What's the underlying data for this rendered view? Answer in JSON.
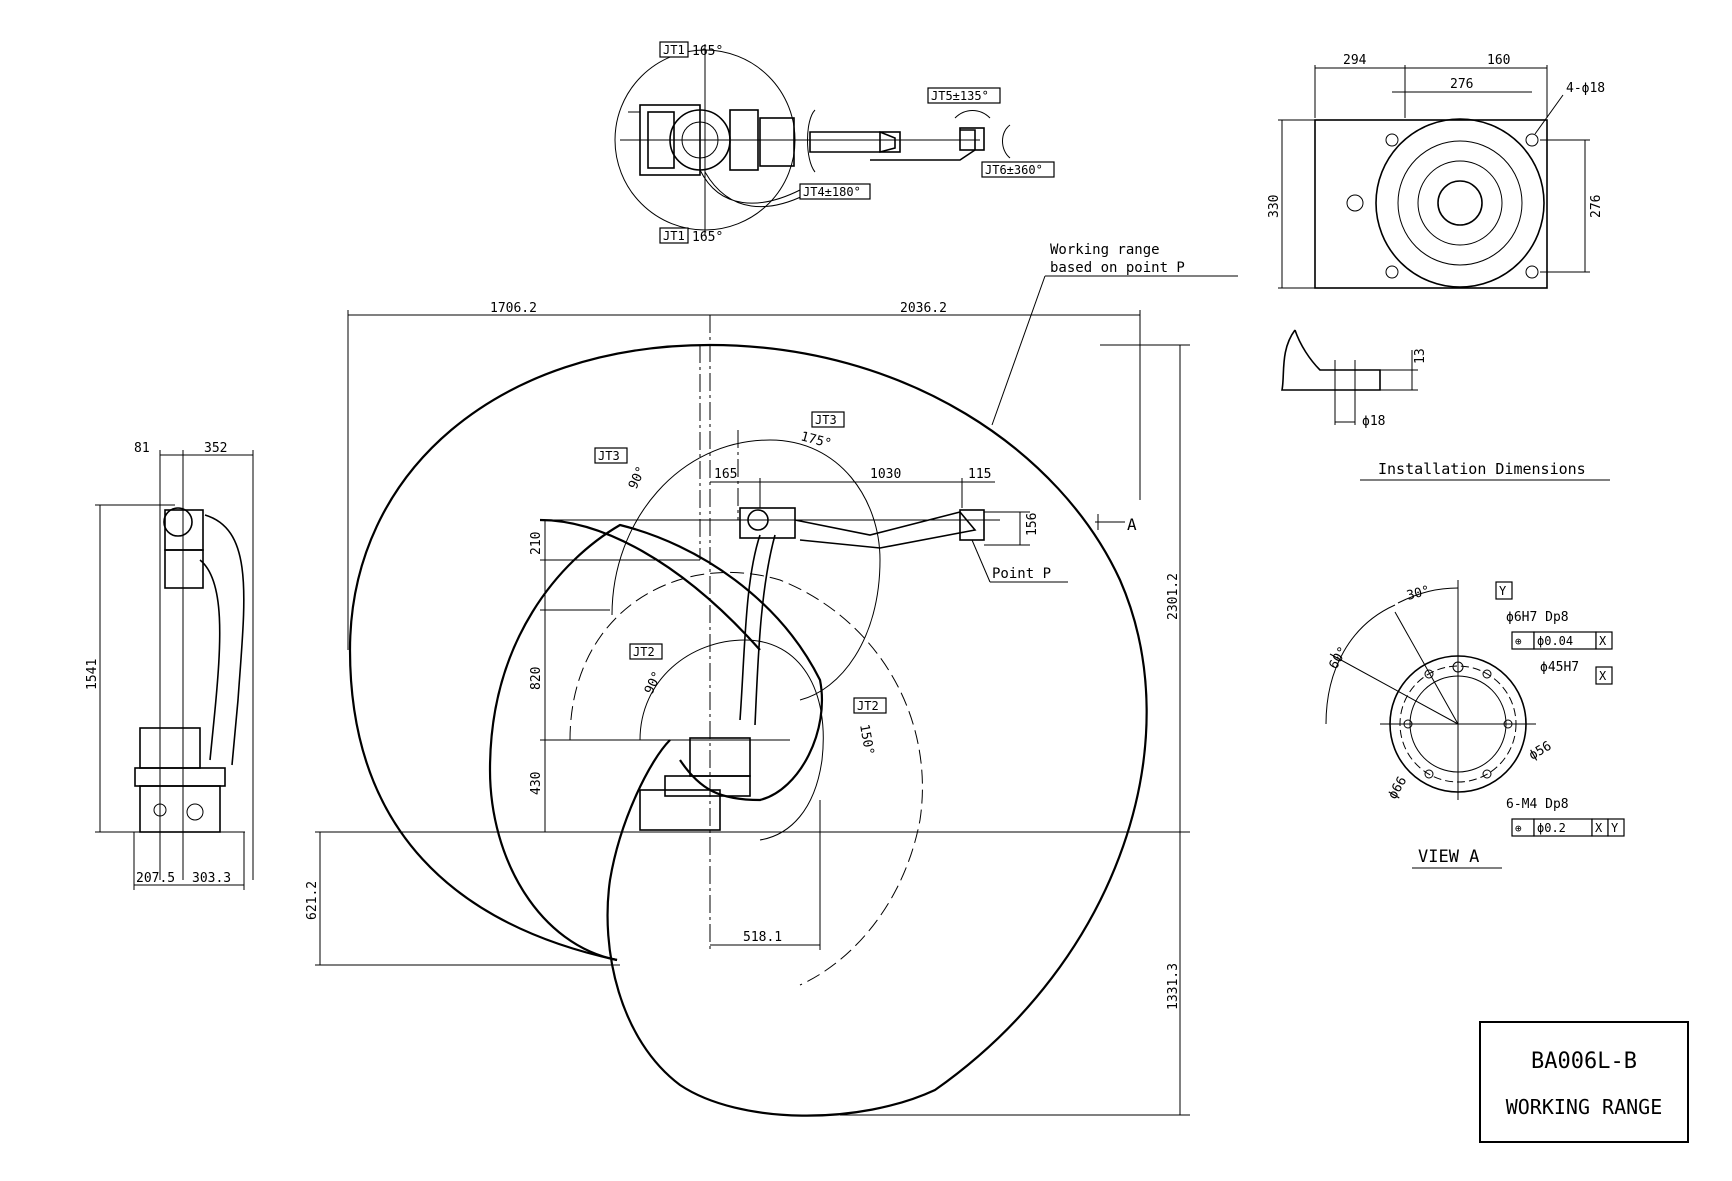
{
  "top_view": {
    "jt1_tag": "JT1",
    "jt1_top": "165°",
    "jt1_bottom": "165°",
    "jt4": "JT4±180°",
    "jt5": "JT5±135°",
    "jt6": "JT6±360°"
  },
  "side_view": {
    "dim_81": "81",
    "dim_352": "352",
    "dim_1541": "1541",
    "dim_207_5": "207.5",
    "dim_303_3": "303.3"
  },
  "main_view": {
    "dim_1706_2": "1706.2",
    "dim_2036_2": "2036.2",
    "dim_2301_2": "2301.2",
    "dim_1331_3": "1331.3",
    "dim_621_2": "621.2",
    "dim_518_1": "518.1",
    "dim_210": "210",
    "dim_820": "820",
    "dim_430": "430",
    "dim_165": "165",
    "dim_1030": "1030",
    "dim_115": "115",
    "dim_156": "156",
    "jt3_tag": "JT3",
    "jt3_neg": "90°",
    "jt3_pos": "175°",
    "jt2_tag": "JT2",
    "jt2_neg": "90°",
    "jt2_pos": "150°",
    "working_range_line1": "Working range",
    "working_range_line2": "based on point P",
    "point_p": "Point P",
    "arrow_a": "A"
  },
  "base_view": {
    "dim_294": "294",
    "dim_160": "160",
    "dim_276_h": "276",
    "hole_callout": "4-ϕ18",
    "dim_330": "330",
    "dim_276_v": "276"
  },
  "installation": {
    "dim_13": "13",
    "dim_phi18": "ϕ18",
    "title": "Installation Dimensions"
  },
  "view_a": {
    "angle_30": "30°",
    "angle_60": "60°",
    "datum_y": "Y",
    "datum_x": "X",
    "hole_6h7": "ϕ6H7 Dp8",
    "tol_004": "ϕ0.04",
    "bore_45h7": "ϕ45H7",
    "dim_56": "ϕ56",
    "dim_66": "ϕ66",
    "tapped": "6-M4 Dp8",
    "tol_02": "ϕ0.2",
    "title": "VIEW A"
  },
  "title_block": {
    "model": "BA006L-B",
    "drawing": "WORKING RANGE"
  }
}
